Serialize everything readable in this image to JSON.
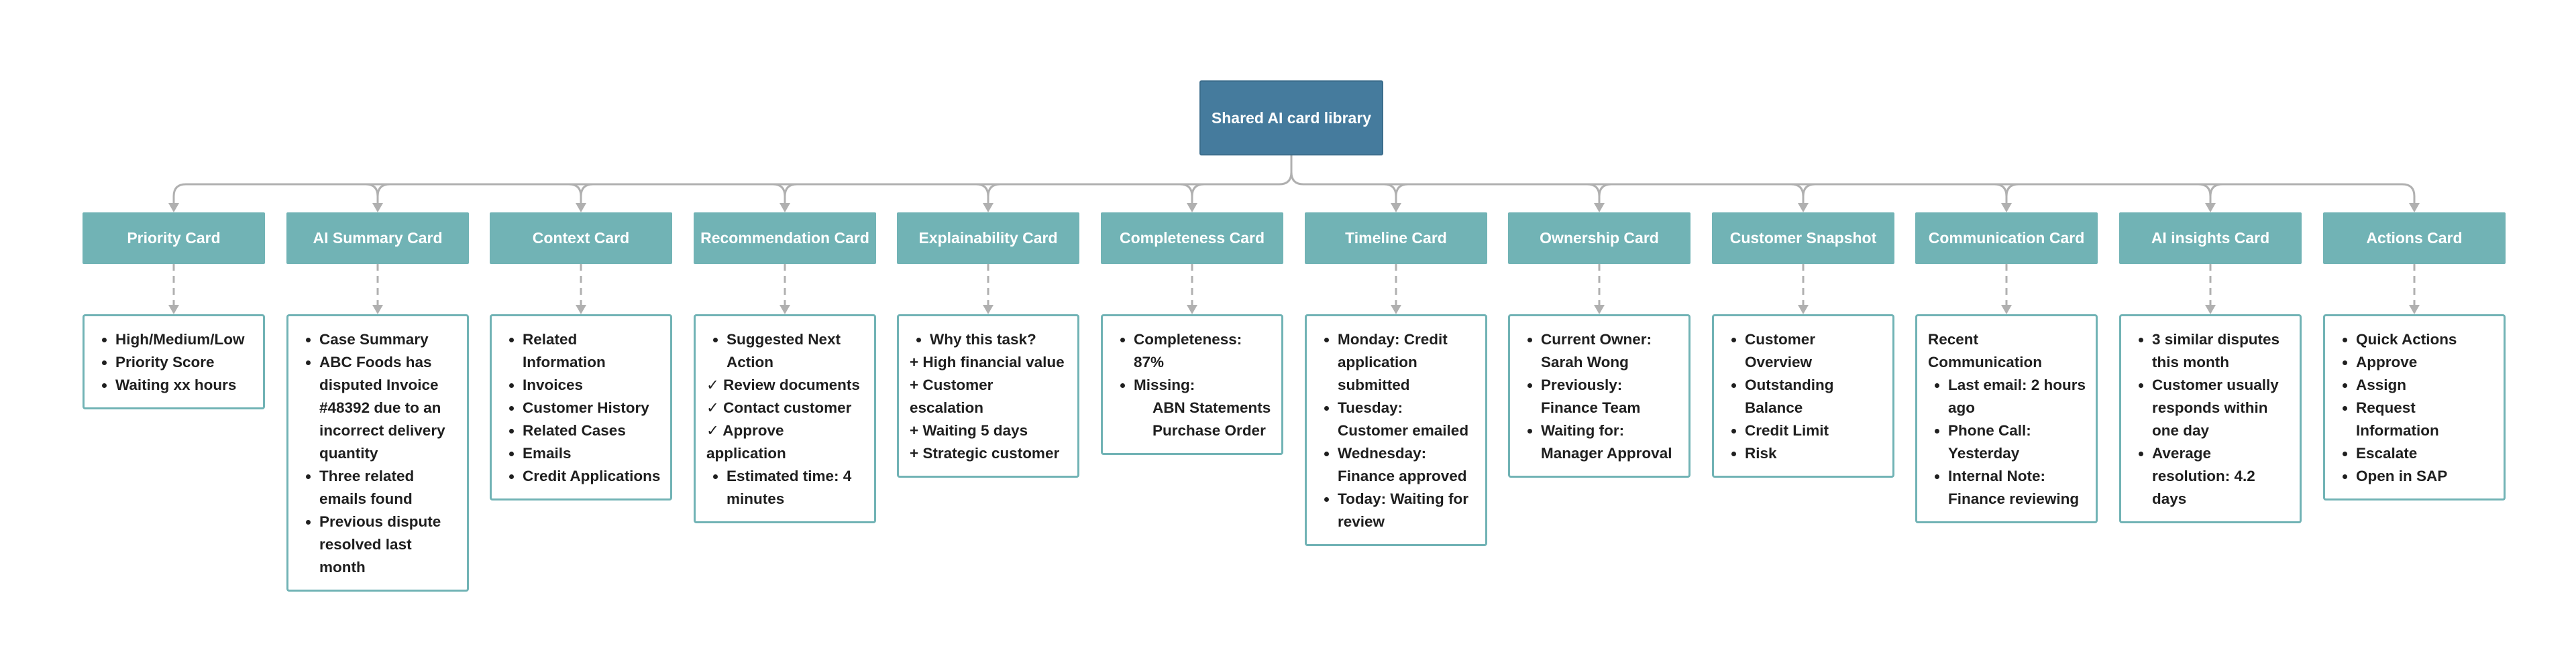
{
  "root": {
    "label": "Shared AI card library"
  },
  "cards": [
    {
      "id": "priority",
      "title": "Priority Card",
      "items": [
        {
          "type": "bullet",
          "text": "High/Medium/Low"
        },
        {
          "type": "bullet",
          "text": "Priority Score"
        },
        {
          "type": "bullet",
          "text": "Waiting xx hours"
        }
      ]
    },
    {
      "id": "ai-summary",
      "title": "AI Summary Card",
      "items": [
        {
          "type": "bullet",
          "text": "Case Summary"
        },
        {
          "type": "bullet",
          "text": "ABC Foods has disputed Invoice #48392 due to an incorrect delivery quantity"
        },
        {
          "type": "bullet",
          "text": "Three related emails found"
        },
        {
          "type": "bullet",
          "text": "Previous dispute resolved last month"
        }
      ]
    },
    {
      "id": "context",
      "title": "Context Card",
      "items": [
        {
          "type": "bullet",
          "text": "Related Information"
        },
        {
          "type": "bullet",
          "text": "Invoices"
        },
        {
          "type": "bullet",
          "text": "Customer History"
        },
        {
          "type": "bullet",
          "text": "Related Cases"
        },
        {
          "type": "bullet",
          "text": "Emails"
        },
        {
          "type": "bullet",
          "text": "Credit Applications"
        }
      ]
    },
    {
      "id": "recommendation",
      "title": "Recommendation Card",
      "items": [
        {
          "type": "bullet",
          "text": "Suggested Next Action"
        },
        {
          "type": "plain",
          "text": "✓ Review documents"
        },
        {
          "type": "plain",
          "text": "✓ Contact customer"
        },
        {
          "type": "plain",
          "text": "✓ Approve application"
        },
        {
          "type": "bullet",
          "text": "Estimated time: 4 minutes"
        }
      ]
    },
    {
      "id": "explainability",
      "title": "Explainability Card",
      "items": [
        {
          "type": "bullet",
          "text": "Why this task?"
        },
        {
          "type": "plain",
          "text": "+ High financial value"
        },
        {
          "type": "plain",
          "text": "+ Customer escalation"
        },
        {
          "type": "plain",
          "text": "+ Waiting 5 days"
        },
        {
          "type": "plain",
          "text": "+ Strategic customer"
        }
      ]
    },
    {
      "id": "completeness",
      "title": "Completeness Card",
      "items": [
        {
          "type": "bullet",
          "text": "Completeness: 87%"
        },
        {
          "type": "bullet",
          "text": "Missing:"
        },
        {
          "type": "nested",
          "text": "ABN Statements"
        },
        {
          "type": "nested",
          "text": "Purchase Order"
        }
      ]
    },
    {
      "id": "timeline",
      "title": "Timeline Card",
      "items": [
        {
          "type": "bullet",
          "text": "Monday: Credit application submitted"
        },
        {
          "type": "bullet",
          "text": "Tuesday: Customer emailed"
        },
        {
          "type": "bullet",
          "text": "Wednesday: Finance approved"
        },
        {
          "type": "bullet",
          "text": "Today: Waiting for review"
        }
      ]
    },
    {
      "id": "ownership",
      "title": "Ownership Card",
      "items": [
        {
          "type": "bullet",
          "text": "Current Owner: Sarah Wong"
        },
        {
          "type": "bullet",
          "text": "Previously: Finance Team"
        },
        {
          "type": "bullet",
          "text": "Waiting for: Manager Approval"
        }
      ]
    },
    {
      "id": "customer-snapshot",
      "title": "Customer Snapshot",
      "items": [
        {
          "type": "bullet",
          "text": "Customer Overview"
        },
        {
          "type": "bullet",
          "text": "Outstanding Balance"
        },
        {
          "type": "bullet",
          "text": "Credit Limit"
        },
        {
          "type": "bullet",
          "text": "Risk"
        }
      ]
    },
    {
      "id": "communication",
      "title": "Communication Card",
      "items": [
        {
          "type": "plain",
          "text": "Recent Communication"
        },
        {
          "type": "bullet",
          "text": "Last email: 2 hours ago"
        },
        {
          "type": "bullet",
          "text": "Phone Call: Yesterday"
        },
        {
          "type": "bullet",
          "text": "Internal Note: Finance reviewing"
        }
      ]
    },
    {
      "id": "ai-insights",
      "title": "AI insights Card",
      "items": [
        {
          "type": "bullet",
          "text": "3 similar disputes this month"
        },
        {
          "type": "bullet",
          "text": "Customer usually responds within one day"
        },
        {
          "type": "bullet",
          "text": "Average resolution: 4.2 days"
        }
      ]
    },
    {
      "id": "actions",
      "title": "Actions Card",
      "items": [
        {
          "type": "bullet",
          "text": "Quick Actions"
        },
        {
          "type": "bullet",
          "text": "Approve"
        },
        {
          "type": "bullet",
          "text": "Assign"
        },
        {
          "type": "bullet",
          "text": "Request Information"
        },
        {
          "type": "bullet",
          "text": "Escalate"
        },
        {
          "type": "bullet",
          "text": "Open in SAP"
        }
      ]
    }
  ],
  "colors": {
    "root": "#457b9d",
    "card": "#71b3b5",
    "connector": "#b0b0b0"
  }
}
